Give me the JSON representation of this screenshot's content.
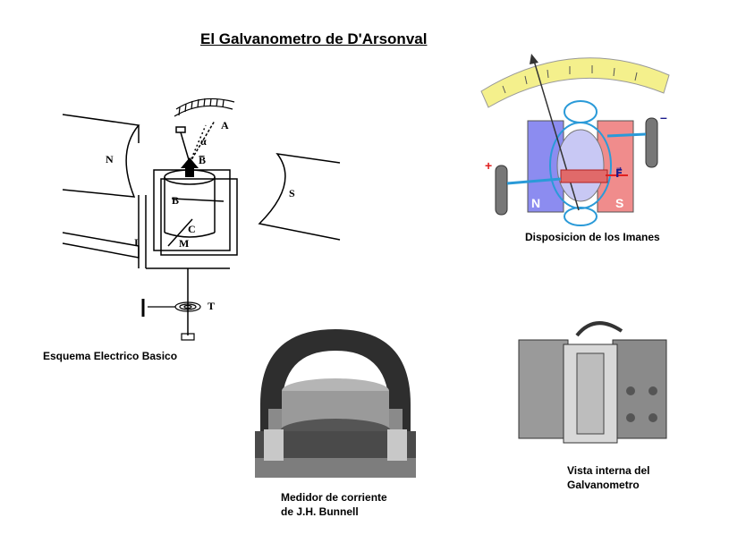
{
  "title": "El Galvanometro de D'Arsonval",
  "captions": {
    "schematic": "Esquema Electrico Basico",
    "magnets": "Disposicion de los Imanes",
    "bunnell_line1": "Medidor de corriente",
    "bunnell_line2": "de J.H. Bunnell",
    "internal_line1": "Vista interna del",
    "internal_line2": "Galvanometro"
  },
  "schematic_labels": {
    "north": "N",
    "south": "S",
    "a": "A",
    "alpha": "α",
    "b_arrow": "B̅",
    "b": "B",
    "c": "C",
    "m": "M",
    "i": "I",
    "t": "T"
  },
  "magnet_labels": {
    "north": "N",
    "south": "S",
    "plus": "+",
    "minus": "–",
    "force": "F⃗"
  },
  "colors": {
    "north_magnet": "#8c8cf0",
    "south_magnet": "#f08c8c",
    "scale": "#f4f08c",
    "field_lines": "#2a9ad8",
    "force_arrow": "#e02020"
  }
}
